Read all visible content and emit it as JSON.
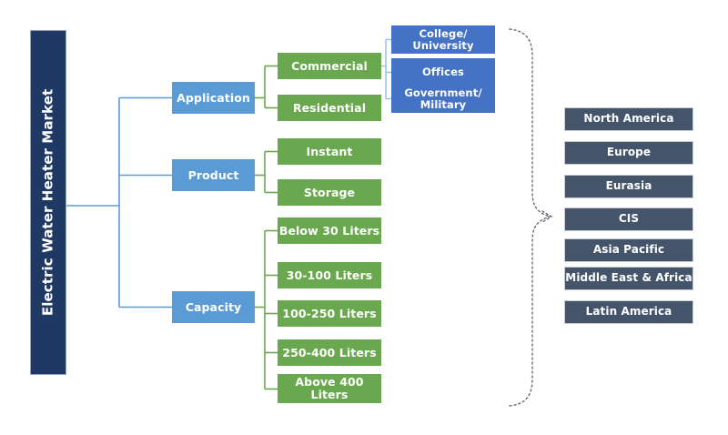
{
  "diagram": {
    "title": "Electric Water Heater Market",
    "colors": {
      "root": "#1f3864",
      "category": "#5b9bd5",
      "item": "#6aa84f",
      "subitem": "#4472c4",
      "region": "#44546a",
      "background": "#ffffff"
    },
    "categories": [
      {
        "label": "Application"
      },
      {
        "label": "Product"
      },
      {
        "label": "Capacity"
      }
    ],
    "items": {
      "application": [
        {
          "label": "Commercial"
        },
        {
          "label": "Residential"
        }
      ],
      "product": [
        {
          "label": "Instant"
        },
        {
          "label": "Storage"
        }
      ],
      "capacity": [
        {
          "label": "Below 30 Liters"
        },
        {
          "label": "30-100 Liters"
        },
        {
          "label": "100-250 Liters"
        },
        {
          "label": "250-400  Liters"
        },
        {
          "label": "Above 400 Liters"
        }
      ]
    },
    "subitems": {
      "commercial": [
        {
          "label": "College/ University"
        },
        {
          "label": "Offices"
        },
        {
          "label": "Government/ Military"
        }
      ]
    },
    "regions": [
      {
        "label": "North America"
      },
      {
        "label": "Europe"
      },
      {
        "label": "Eurasia"
      },
      {
        "label": "CIS"
      },
      {
        "label": "Asia Pacific"
      },
      {
        "label": "Middle East & Africa"
      },
      {
        "label": "Latin America"
      }
    ]
  }
}
